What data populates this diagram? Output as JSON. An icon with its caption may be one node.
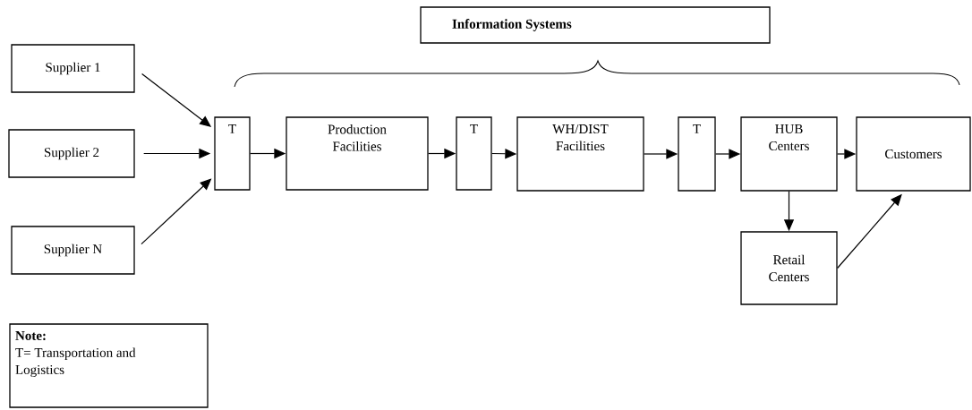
{
  "diagram": {
    "nodes": [
      {
        "text": [
          "Information Systems"
        ]
      },
      {
        "text": [
          "Supplier 1"
        ]
      },
      {
        "text": [
          "Supplier 2"
        ]
      },
      {
        "text": [
          "Supplier N"
        ]
      },
      {
        "text": [
          "T"
        ]
      },
      {
        "text": [
          "Production Facilities"
        ]
      },
      {
        "text": [
          "T"
        ]
      },
      {
        "text": [
          "WH/DIST Facilities"
        ]
      },
      {
        "text": [
          "T"
        ]
      },
      {
        "text": [
          "HUB Centers"
        ]
      },
      {
        "text": [
          "Customers"
        ]
      },
      {
        "text": [
          "Retail Centers"
        ]
      },
      {
        "text": [
          "Note:",
          "T= Transportation and Logistics"
        ]
      }
    ],
    "edges": [
      {
        "from": 1,
        "to": 4,
        "arrow": "to"
      },
      {
        "from": 2,
        "to": 4,
        "arrow": "to"
      },
      {
        "from": 3,
        "to": 4,
        "arrow": "to"
      },
      {
        "from": 4,
        "to": 5,
        "arrow": "to"
      },
      {
        "from": 5,
        "to": 6,
        "arrow": "to"
      },
      {
        "from": 6,
        "to": 7,
        "arrow": "to"
      },
      {
        "from": 7,
        "to": 8,
        "arrow": "to"
      },
      {
        "from": 8,
        "to": 9,
        "arrow": "to"
      },
      {
        "from": 9,
        "to": 10,
        "arrow": "to"
      },
      {
        "from": 9,
        "to": 11,
        "arrow": "to"
      },
      {
        "from": 11,
        "to": 10,
        "arrow": "to"
      }
    ]
  }
}
